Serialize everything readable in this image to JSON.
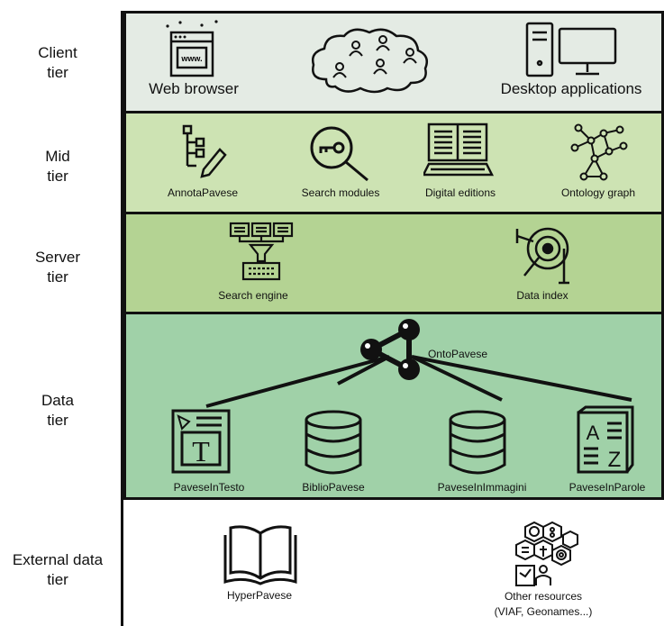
{
  "tiers": [
    {
      "id": "client",
      "label": "Client\ntier",
      "color": "#e4ebe4"
    },
    {
      "id": "mid",
      "label": "Mid\ntier",
      "color": "#cde3b3"
    },
    {
      "id": "server",
      "label": "Server\ntier",
      "color": "#b4d393"
    },
    {
      "id": "data",
      "label": "Data\ntier",
      "color": "#a0d1a8"
    },
    {
      "id": "external",
      "label": "External data\ntier",
      "color": "#ffffff"
    }
  ],
  "client": {
    "web_browser": "Web browser",
    "desktop": "Desktop applications",
    "browser_icon_text": "www."
  },
  "mid": {
    "annota": "AnnotaPavese",
    "search": "Search modules",
    "digital": "Digital editions",
    "ontology": "Ontology graph"
  },
  "server": {
    "engine": "Search engine",
    "index": "Data index"
  },
  "data": {
    "hub": "OntoPavese",
    "testo": "PaveseInTesto",
    "biblio": "BiblioPavese",
    "immagini": "PaveseInImmagini",
    "parole": "PaveseInParole",
    "testo_glyph": "T",
    "parole_glyph_a": "A",
    "parole_glyph_z": "Z"
  },
  "external": {
    "hyper": "HyperPavese",
    "other_line1": "Other resources",
    "other_line2": "(VIAF, Geonames...)"
  }
}
